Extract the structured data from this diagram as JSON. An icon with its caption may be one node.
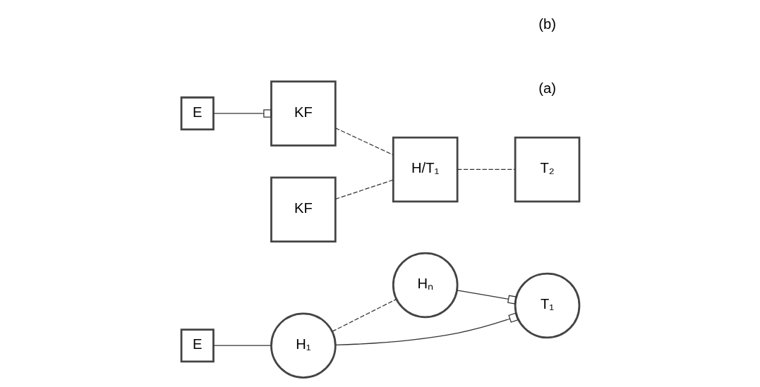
{
  "diagram": {
    "nodes": [
      {
        "text": [
          "E"
        ]
      },
      {
        "text": [
          "H₁"
        ]
      },
      {
        "text": [
          "Hₙ"
        ]
      },
      {
        "text": [
          "T₁"
        ]
      },
      {
        "text": [
          "E"
        ]
      },
      {
        "text": [
          "KF"
        ]
      },
      {
        "text": [
          "H/T₁"
        ]
      },
      {
        "text": [
          "T₂"
        ]
      },
      {
        "text": [
          "KF"
        ]
      }
    ],
    "edges": [
      {
        "from": 0,
        "to": 1,
        "arrow": "none"
      },
      {
        "from": 1,
        "to": 2,
        "arrow": "none",
        "style": "dashed"
      },
      {
        "from": 2,
        "to": 3,
        "arrow": "other"
      },
      {
        "from": 1,
        "to": 3,
        "arrow": "other"
      },
      {
        "from": 4,
        "to": 5,
        "arrow": "other"
      },
      {
        "from": 5,
        "to": 6,
        "arrow": "none",
        "style": "dashed"
      },
      {
        "from": 6,
        "to": 7,
        "arrow": "none",
        "style": "dashed"
      },
      {
        "from": 8,
        "to": 6,
        "arrow": "none",
        "style": "dashed"
      }
    ],
    "labels": [
      "(a)",
      "(b)"
    ]
  }
}
